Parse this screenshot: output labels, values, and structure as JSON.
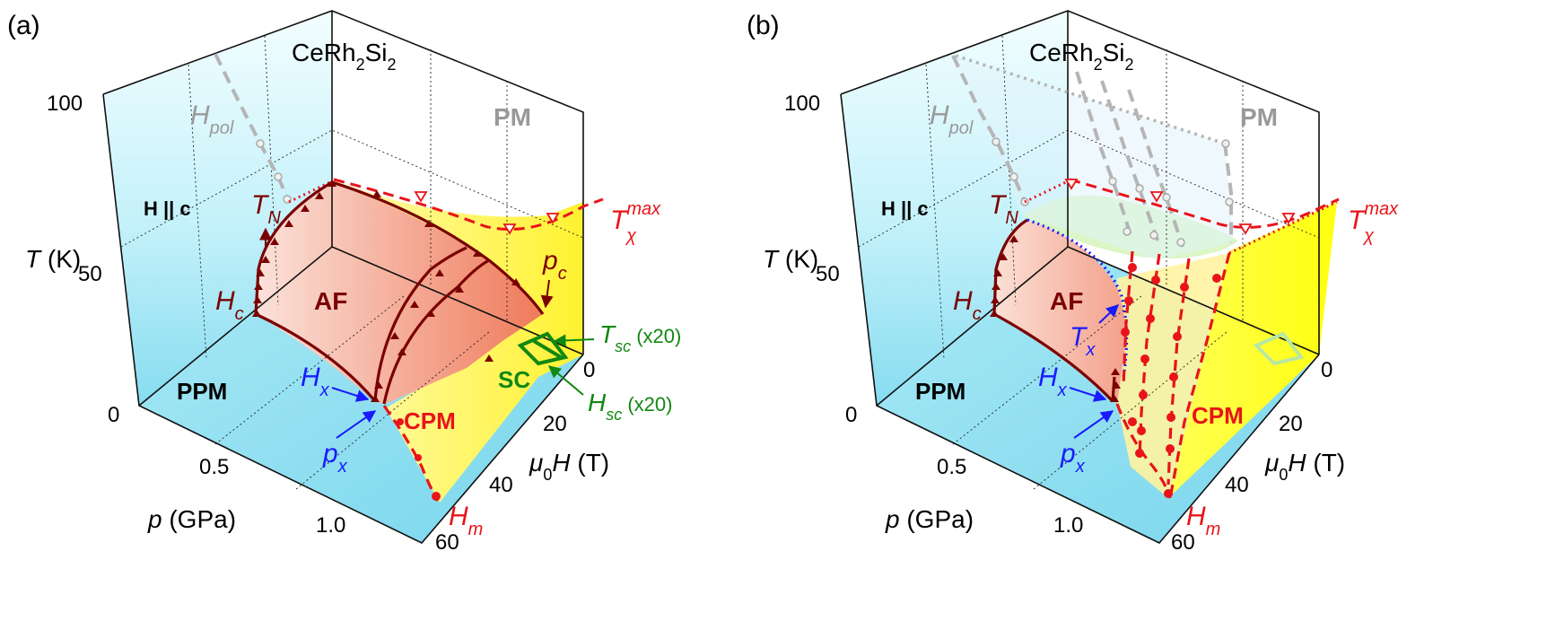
{
  "panels": [
    {
      "label": "(a)",
      "title": {
        "main": "CeRh",
        "s1": "2",
        "mid": "Si",
        "s2": "2"
      },
      "t_ticks": [
        "100",
        "50",
        "0"
      ],
      "t_axis": {
        "main": "T",
        "unit": " (K)"
      },
      "p_ticks": [
        "0.5",
        "1.0"
      ],
      "p_axis": {
        "main": "p",
        "unit": " (GPa)"
      },
      "h_ticks": [
        "0",
        "20",
        "40",
        "60"
      ],
      "h_axis": {
        "main": "μ",
        "sub": "0",
        "mid": "H",
        "unit": " (T)"
      },
      "region_labels": {
        "pm": "PM",
        "af": "AF",
        "ppm": "PPM",
        "cpm": "CPM",
        "sc": "SC",
        "orientation": "H || c"
      },
      "line_labels": {
        "hpol": {
          "main": "H",
          "sub": "pol"
        },
        "tn": {
          "main": "T",
          "sub": "N"
        },
        "hc": {
          "main": "H",
          "sub": "c"
        },
        "hx": {
          "main": "H",
          "sub": "x"
        },
        "px": {
          "main": "p",
          "sub": "x"
        },
        "pc": {
          "main": "p",
          "sub": "c"
        },
        "hm": {
          "main": "H",
          "sub": "m"
        },
        "tchi": {
          "main": "T",
          "sup": "max",
          "sub": "χ"
        },
        "tsc": {
          "main": "T",
          "sub": "sc",
          "note": " (x20)"
        },
        "hsc": {
          "main": "H",
          "sub": "sc",
          "note": " (x20)"
        }
      }
    },
    {
      "label": "(b)",
      "title": {
        "main": "CeRh",
        "s1": "2",
        "mid": "Si",
        "s2": "2"
      },
      "t_ticks": [
        "100",
        "50",
        "0"
      ],
      "t_axis": {
        "main": "T",
        "unit": " (K)"
      },
      "p_ticks": [
        "0.5",
        "1.0"
      ],
      "p_axis": {
        "main": "p",
        "unit": " (GPa)"
      },
      "h_ticks": [
        "0",
        "20",
        "40",
        "60"
      ],
      "h_axis": {
        "main": "μ",
        "sub": "0",
        "mid": "H",
        "unit": " (T)"
      },
      "region_labels": {
        "pm": "PM",
        "af": "AF",
        "ppm": "PPM",
        "cpm": "CPM",
        "orientation": "H || c"
      },
      "line_labels": {
        "hpol": {
          "main": "H",
          "sub": "pol"
        },
        "tn": {
          "main": "T",
          "sub": "N"
        },
        "hc": {
          "main": "H",
          "sub": "c"
        },
        "hx": {
          "main": "H",
          "sub": "x"
        },
        "px": {
          "main": "p",
          "sub": "x"
        },
        "tx": {
          "main": "T",
          "sub": "x"
        },
        "hm": {
          "main": "H",
          "sub": "m"
        },
        "tchi": {
          "main": "T",
          "sup": "max",
          "sub": "χ"
        }
      }
    }
  ],
  "colors": {
    "ppm_wall": "#9be3f2",
    "af_fill": "#ef8060",
    "cpm_fill": "#ffff33",
    "af_line": "#7a0000",
    "hm_line": "#e8141a",
    "sc": "#118811",
    "hpol": "#b5b5b5",
    "tx": "#1a1aff"
  }
}
